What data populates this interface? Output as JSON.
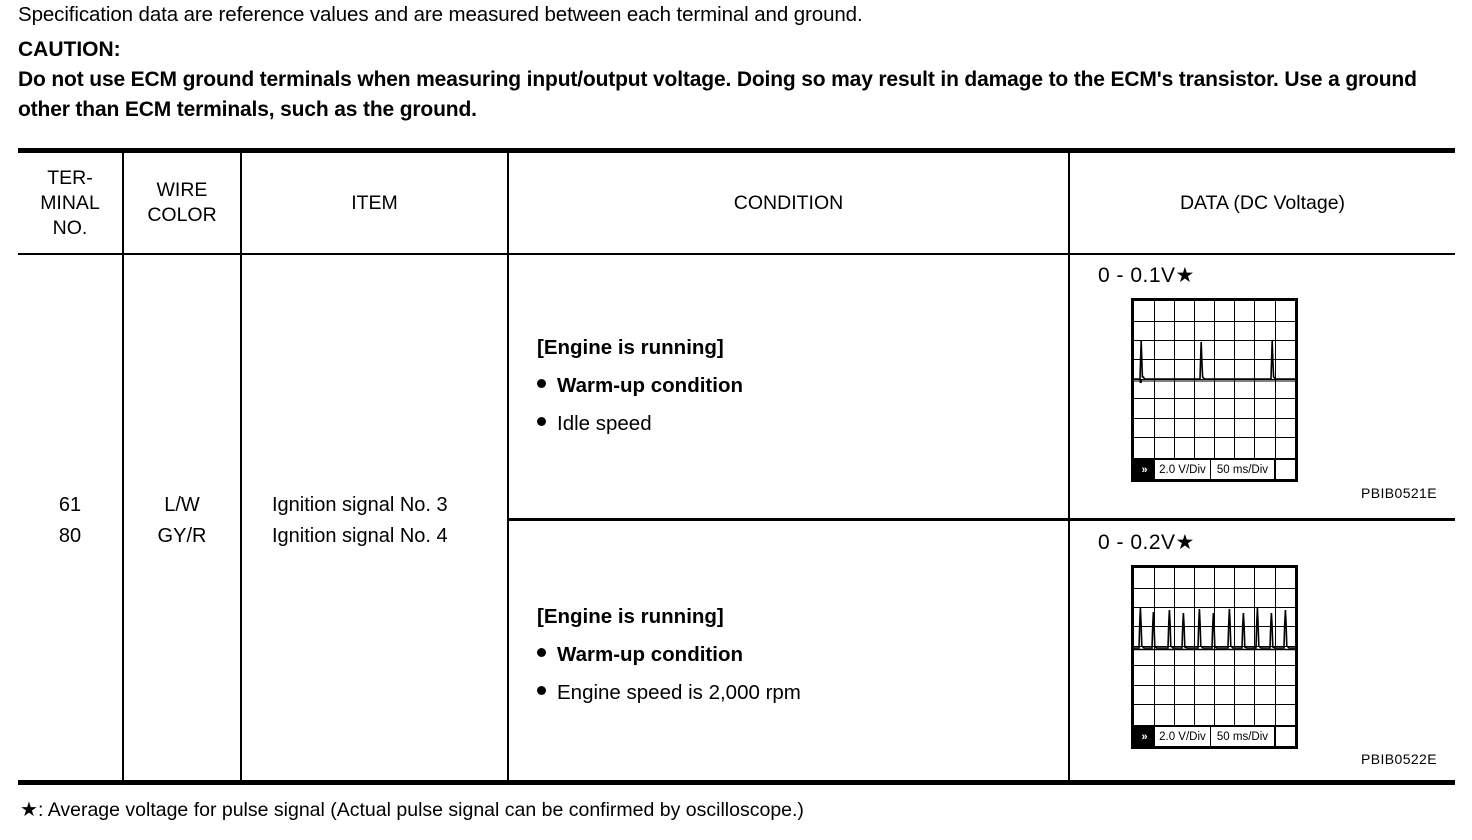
{
  "intro": {
    "line1": "Specification data are reference values and are measured between each terminal and ground.",
    "caution_label": "CAUTION:",
    "caution_text": "Do not use ECM ground terminals when measuring input/output voltage. Doing so may result in damage to the ECM's transistor. Use a ground other than ECM terminals, such as the ground."
  },
  "table": {
    "headers": {
      "terminal_no": "TER-\nMINAL\nNO.",
      "terminal_no_l1": "TER-",
      "terminal_no_l2": "MINAL",
      "terminal_no_l3": "NO.",
      "wire_color_l1": "WIRE",
      "wire_color_l2": "COLOR",
      "item": "ITEM",
      "condition": "CONDITION",
      "data": "DATA (DC Voltage)"
    },
    "row": {
      "terminal_no_1": "61",
      "terminal_no_2": "80",
      "wire_color_1": "L/W",
      "wire_color_2": "GY/R",
      "item_1": "Ignition signal No. 3",
      "item_2": "Ignition signal No. 4"
    },
    "conditions": [
      {
        "title": "[Engine is running]",
        "bullets": [
          {
            "text": "Warm-up condition",
            "bold": true
          },
          {
            "text": "Idle speed",
            "bold": false
          }
        ]
      },
      {
        "title": "[Engine is running]",
        "bullets": [
          {
            "text": "Warm-up condition",
            "bold": true
          },
          {
            "text": "Engine speed is 2,000 rpm",
            "bold": false
          }
        ]
      }
    ],
    "data_cells": [
      {
        "voltage": "0 - 0.1V",
        "star": "★",
        "reference": "PBIB0521E",
        "scope": {
          "fast_forward_icon": "»",
          "volts_per_div": "2.0 V/Div",
          "time_per_div": "50 ms/Div"
        }
      },
      {
        "voltage": "0 - 0.2V",
        "star": "★",
        "reference": "PBIB0522E",
        "scope": {
          "fast_forward_icon": "»",
          "volts_per_div": "2.0 V/Div",
          "time_per_div": "50 ms/Div"
        }
      }
    ]
  },
  "footnote": {
    "star": "★",
    "text": ": Average voltage for pulse signal (Actual pulse signal can be confirmed by oscilloscope.)"
  },
  "chart_data": [
    {
      "type": "line",
      "title": "Ignition signal at idle speed",
      "xlabel": "50 ms/Div",
      "ylabel": "2.0 V/Div",
      "grid_columns": 8,
      "grid_rows": 8,
      "baseline_row": 4,
      "pulse_positions_div": [
        0.35,
        3.35,
        6.9
      ],
      "pulse_height_div": 1.6,
      "annotation": "0 - 0.1V"
    },
    {
      "type": "line",
      "title": "Ignition signal at 2,000 rpm",
      "xlabel": "50 ms/Div",
      "ylabel": "2.0 V/Div",
      "grid_columns": 8,
      "grid_rows": 8,
      "baseline_row": 4,
      "pulse_positions_div": [
        0.3,
        0.95,
        1.75,
        2.45,
        3.2,
        3.9,
        4.65,
        5.35,
        6.1,
        6.8,
        7.55
      ],
      "pulse_height_div": 1.5,
      "annotation": "0 - 0.2V"
    }
  ]
}
